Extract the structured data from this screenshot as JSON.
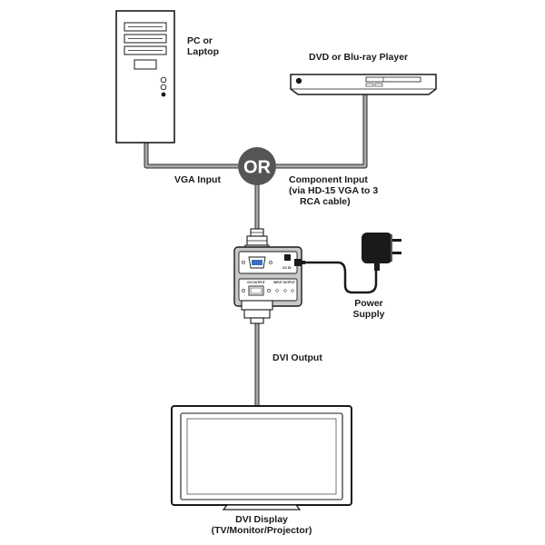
{
  "labels": {
    "pc": [
      "PC or",
      "Laptop"
    ],
    "player": "DVD or Blu-ray Player",
    "or": "OR",
    "vga_input": "VGA Input",
    "component_input": [
      "Component Input",
      "(via HD-15 VGA to 3",
      "RCA cable)"
    ],
    "power_supply": [
      "Power",
      "Supply"
    ],
    "dvi_output": "DVI Output",
    "display": [
      "DVI Display",
      "(TV/Monitor/Projector)"
    ]
  },
  "device_panel": {
    "dc_label": "DC 5V",
    "dvi_out_label": "DVI OUTPUT",
    "input_output_label": "INPUT OUTPUT"
  },
  "colors": {
    "cable": "#9a9a9a",
    "outline": "#2a2a2a",
    "or_badge": "#555555",
    "device": "#c8c8c8"
  }
}
